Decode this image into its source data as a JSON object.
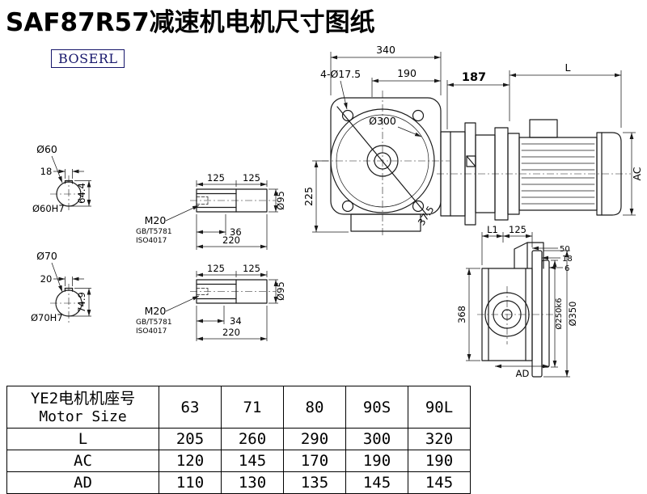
{
  "title": "SAF87R57减速机电机尺寸图纸",
  "logo": "BOSERL",
  "front_view": {
    "dim_340": "340",
    "dim_190": "190",
    "dim_holes": "4-Ø17.5",
    "dim_d300": "Ø300",
    "dim_225": "225",
    "dim_37_5": "37.5"
  },
  "motor_view": {
    "dim_187": "187",
    "dim_L": "L",
    "dim_AC": "AC"
  },
  "section_60": {
    "d": "Ø60",
    "key_w": "18",
    "key_h": "64.4",
    "fit": "Ø60H7"
  },
  "section_70": {
    "d": "Ø70",
    "key_w": "20",
    "key_h": "74.9",
    "fit": "Ø70H7"
  },
  "shaft_detail": {
    "dim_125": "125",
    "thread": "M20",
    "std1": "GB/T5781",
    "std2": "ISO4017",
    "d95": "Ø95",
    "dim_220": "220",
    "top_len": "36",
    "bottom_len": "34"
  },
  "side_view": {
    "dim_L1": "L1",
    "dim_125": "125",
    "dim_50": "50",
    "dim_18": "18",
    "dim_6": "6",
    "dim_368": "368",
    "d250": "Ø250k6",
    "d350": "Ø350",
    "dim_AD": "AD"
  },
  "table": {
    "header_cn": "YE2电机机座号",
    "header_en": "Motor Size",
    "sizes": [
      "63",
      "71",
      "80",
      "90S",
      "90L"
    ],
    "rows": [
      {
        "label": "L",
        "values": [
          "205",
          "260",
          "290",
          "300",
          "320"
        ]
      },
      {
        "label": "AC",
        "values": [
          "120",
          "145",
          "170",
          "190",
          "190"
        ]
      },
      {
        "label": "AD",
        "values": [
          "110",
          "130",
          "135",
          "145",
          "145"
        ]
      }
    ]
  }
}
